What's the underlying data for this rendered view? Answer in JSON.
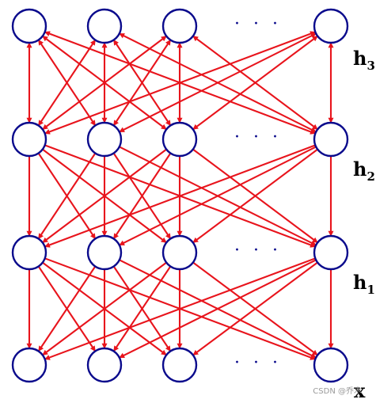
{
  "diagram": {
    "layer_labels": [
      {
        "layer": "h3",
        "base": "h",
        "sub": "3"
      },
      {
        "layer": "h2",
        "base": "h",
        "sub": "2"
      },
      {
        "layer": "h1",
        "base": "h",
        "sub": "1"
      },
      {
        "layer": "x",
        "base": "x",
        "sub": ""
      }
    ],
    "ellipsis": "· · ·",
    "colors": {
      "node_stroke": "#0a0a8c",
      "edge": "#e8141c"
    }
  },
  "watermark": "CSDN @乔木"
}
